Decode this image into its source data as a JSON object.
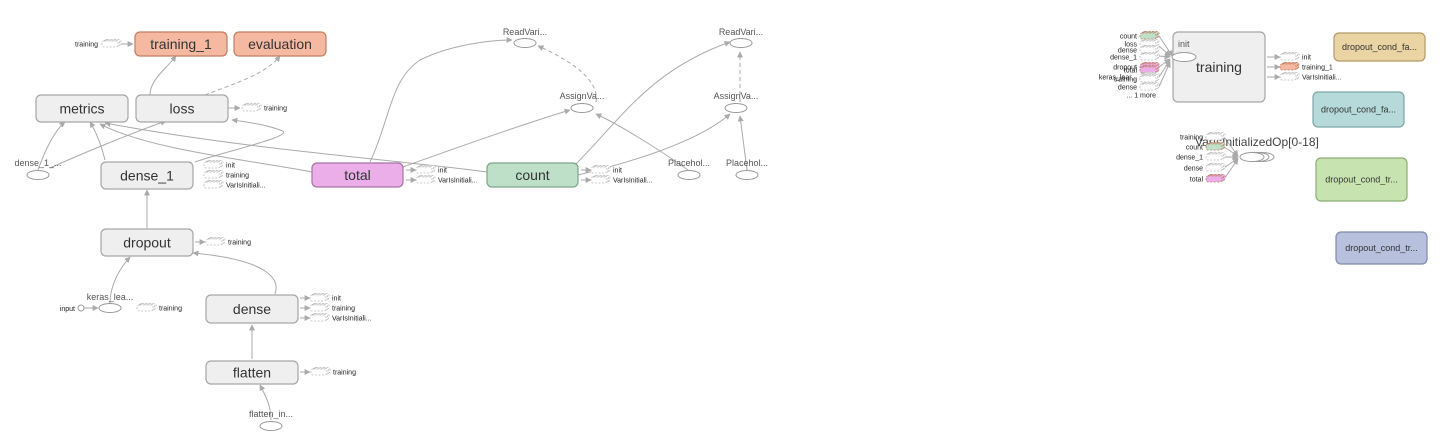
{
  "colors": {
    "grey_fill": "#efefef",
    "grey_stroke": "#a6a6a6",
    "salmon_fill": "#f5b9a1",
    "salmon_stroke": "#c27d63",
    "pink_fill": "#ecaee8",
    "pink_stroke": "#a674a3",
    "green_fill": "#bfe0c8",
    "green_stroke": "#7ea58a",
    "tan_fill": "#ead4a3",
    "tan_stroke": "#b19a68",
    "teal_fill": "#b6dada",
    "teal_stroke": "#7ca6a6",
    "lightgreen_fill": "#c7e4b0",
    "lightgreen_stroke": "#8cad73",
    "blue_fill": "#b7c0dc",
    "blue_stroke": "#808aa9"
  },
  "nodes": {
    "training_1": "training_1",
    "evaluation": "evaluation",
    "metrics": "metrics",
    "loss": "loss",
    "dense_1": "dense_1",
    "dropout": "dropout",
    "dense": "dense",
    "flatten": "flatten",
    "total": "total",
    "count": "count",
    "training_group": "training",
    "dropout_cond_fa_1": "dropout_cond_fa...",
    "dropout_cond_fa_2": "dropout_cond_fa...",
    "dropout_cond_tr_1": "dropout_cond_tr...",
    "dropout_cond_tr_2": "dropout_cond_tr...",
    "var_is_init": "VarIsInitializedOp[0-18]"
  },
  "ops": {
    "read_var_1": "ReadVari...",
    "read_var_2": "ReadVari...",
    "assign_va_1": "AssignVa...",
    "assign_va_2": "AssignVa...",
    "placeholder_1": "Placehol...",
    "placeholder_2": "Placehol...",
    "dense_1_op": "dense_1_...",
    "keras_lea": "keras_lea...",
    "flatten_in": "flatten_in...",
    "input": "input",
    "init": "init"
  },
  "aux": {
    "training": "training",
    "init": "init",
    "var_is_initiali": "VarIsInitiali...",
    "var_is_initiali_short": "VarIsInitiali...",
    "training_1": "training_1"
  },
  "training_inputs": [
    "count",
    "loss",
    "dense",
    "dense_1",
    "dropout",
    "total",
    "keras_lear...",
    "training",
    "dense",
    "... 1 more"
  ],
  "varinit_inputs": [
    "training",
    "count",
    "dense_1",
    "dense",
    "total"
  ]
}
